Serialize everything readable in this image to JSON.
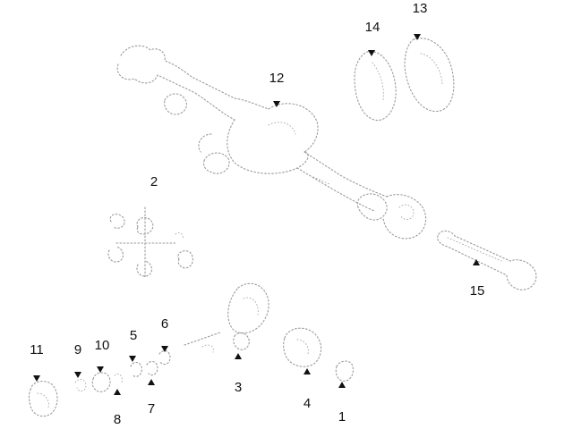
{
  "colors": {
    "background": "#ffffff",
    "part_outline": "#9a9a9a",
    "callout_text": "#111111"
  },
  "callouts": [
    {
      "number": "1"
    },
    {
      "number": "2"
    },
    {
      "number": "3"
    },
    {
      "number": "4"
    },
    {
      "number": "5"
    },
    {
      "number": "6"
    },
    {
      "number": "7"
    },
    {
      "number": "8"
    },
    {
      "number": "9"
    },
    {
      "number": "10"
    },
    {
      "number": "11"
    },
    {
      "number": "12"
    },
    {
      "number": "13"
    },
    {
      "number": "14"
    },
    {
      "number": "15"
    }
  ]
}
